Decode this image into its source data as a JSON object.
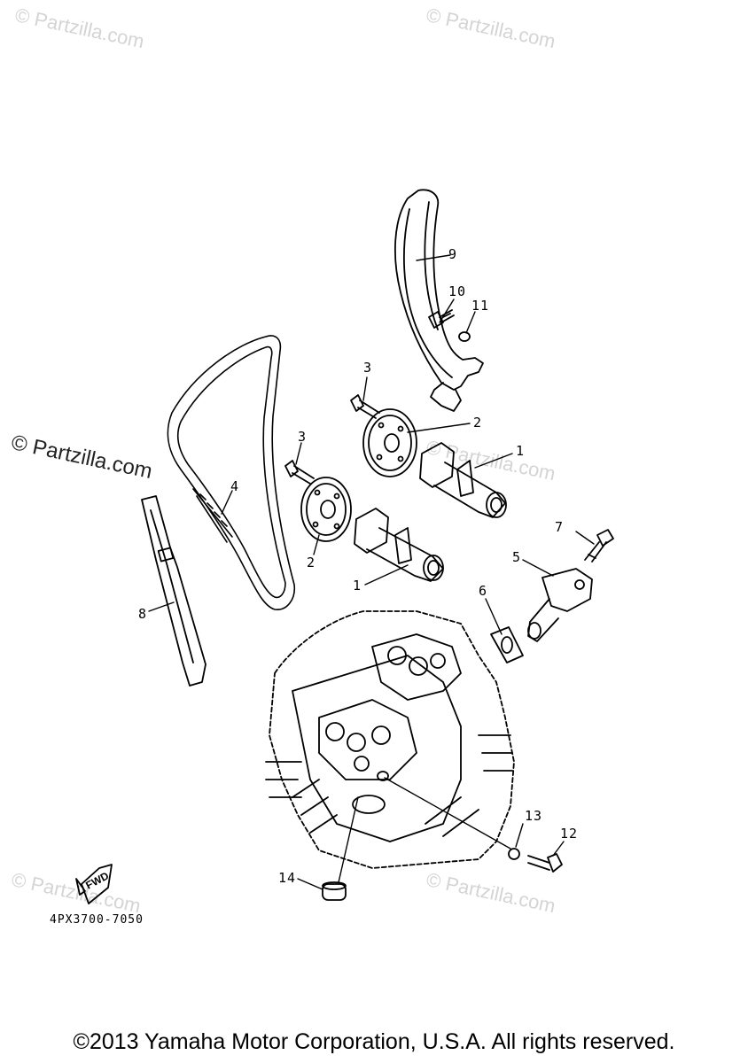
{
  "watermarks": [
    "© Partzilla.com",
    "© Partzilla.com",
    "© Partzilla.com",
    "© Partzilla.com",
    "© Partzilla.com",
    "© Partzilla.com"
  ],
  "labels": {
    "p1": "1",
    "p2": "2",
    "p3": "3",
    "p4": "4",
    "p5": "5",
    "p6": "6",
    "p7": "7",
    "p8": "8",
    "p9": "9",
    "p10": "10",
    "p11": "11",
    "p12": "12",
    "p13": "13",
    "p14": "14"
  },
  "fwd_label": "FWD",
  "diagram_code": "4PX3700-7050",
  "copyright": "©2013 Yamaha Motor Corporation, U.S.A. All rights reserved."
}
